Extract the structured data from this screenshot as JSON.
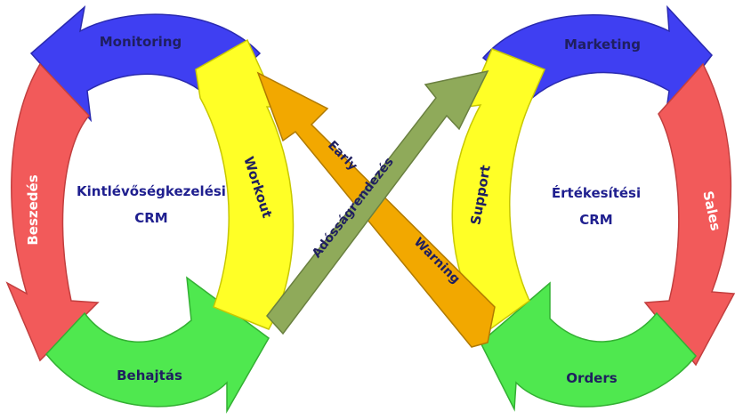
{
  "left_cycle": {
    "center_line1": "Kintlévőségkezelési",
    "center_line2": "CRM",
    "top_label": "Monitoring",
    "left_label": "Beszedés",
    "bottom_label": "Behajtás",
    "right_label": "Workout"
  },
  "right_cycle": {
    "center_line1": "Értékesítési",
    "center_line2": "CRM",
    "top_label": "Marketing",
    "right_label": "Sales",
    "bottom_label": "Orders",
    "left_label": "Support"
  },
  "cross_arrows": {
    "orange_word1": "Early",
    "orange_word2": "Warning",
    "green_label": "Adósságrendezés"
  },
  "colors": {
    "blue": "#3F3FF2",
    "red": "#F25A5A",
    "green": "#4FE84F",
    "yellow": "#FFFF26",
    "orange": "#F2A800",
    "olive": "#8FAA5A",
    "center_text": "#1F1F8F",
    "label_dark": "#1F1F5F",
    "label_white": "#FFFFFF"
  }
}
